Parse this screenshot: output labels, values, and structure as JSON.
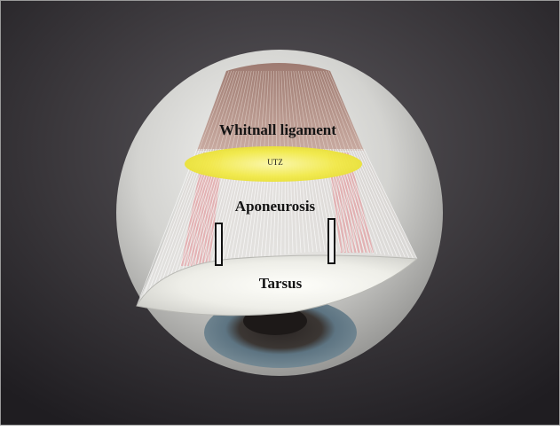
{
  "labels": {
    "whitnall": "Whitnall ligament",
    "utz": "UTZ",
    "aponeurosis": "Aponeurosis",
    "tarsus": "Tarsus"
  },
  "colors": {
    "background": "#2e2b2f",
    "globe": "#d9d9d7",
    "levator_muscle": "#b08a80",
    "utz_band": "#f3ec4c",
    "aponeurosis_fibers": "#ffffff",
    "pink_fibers": "#e58c92",
    "tarsus_plate": "#f4f4ee",
    "iris": "#6a7f8c"
  }
}
